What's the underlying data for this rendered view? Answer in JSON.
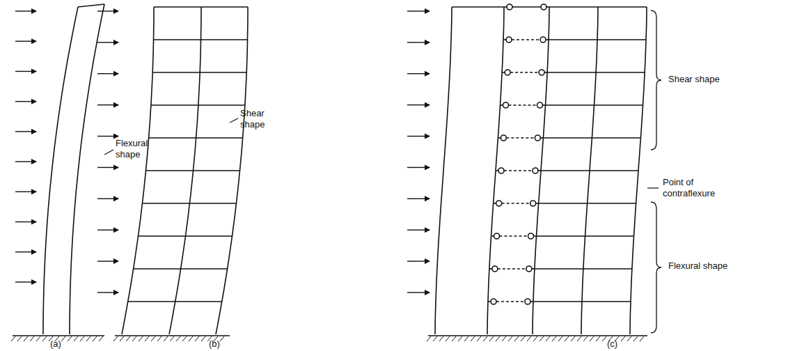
{
  "diagram": {
    "labels": [
      "Flexural shape",
      "(a)",
      "Shear shape",
      "(b)",
      "Shear shape",
      "Point of contraflexure",
      "Flexural shape",
      "(c)"
    ]
  }
}
